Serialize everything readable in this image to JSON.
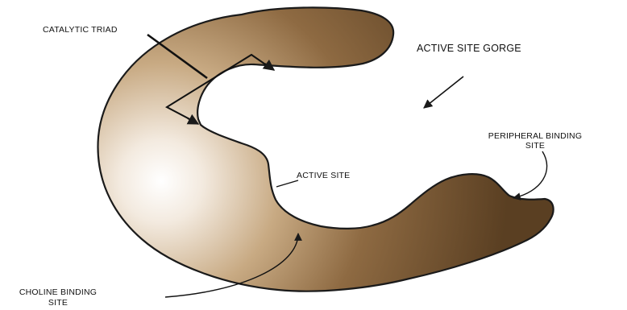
{
  "diagram": {
    "labels": {
      "catalytic_triad": "CATALYTIC TRIAD",
      "active_site_gorge": "ACTIVE SITE GORGE",
      "peripheral_binding_site_line1": "PERIPHERAL BINDING",
      "peripheral_binding_site_line2": "SITE",
      "active_site": "ACTIVE SITE",
      "choline_binding_site_line1": "CHOLINE BINDING",
      "choline_binding_site_line2": "SITE"
    },
    "colors": {
      "protein_dark": "#6b4e2e",
      "protein_mid": "#a88457",
      "protein_light": "#ffffff",
      "outline": "#1a1a1a"
    }
  }
}
